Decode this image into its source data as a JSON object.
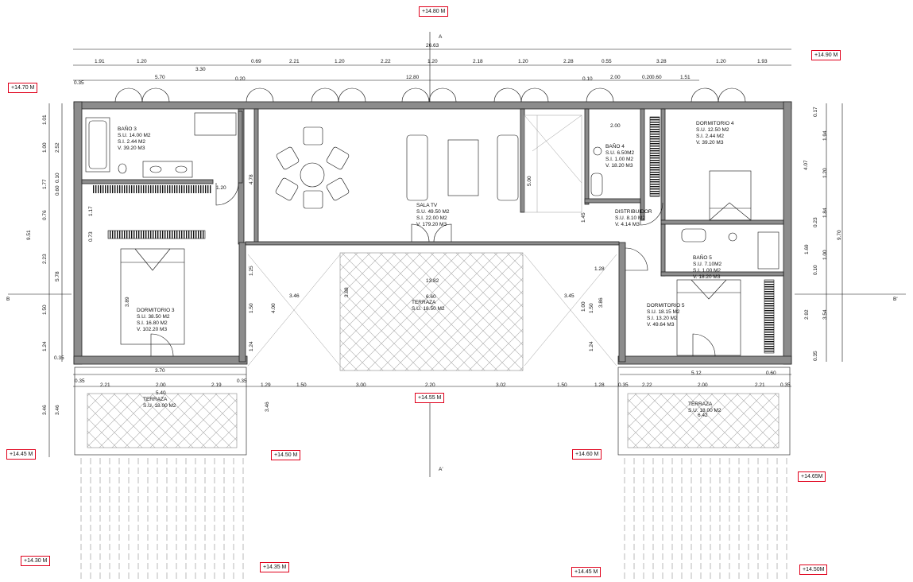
{
  "levels": [
    {
      "id": "top",
      "label": "+14.80 M"
    },
    {
      "id": "top-right",
      "label": "+14.90 M"
    },
    {
      "id": "top-left",
      "label": "+14.70 M"
    },
    {
      "id": "mid-left",
      "label": "+14.45 M"
    },
    {
      "id": "center-front",
      "label": "+14.55 M"
    },
    {
      "id": "center-left",
      "label": "+14.50 M"
    },
    {
      "id": "center-right",
      "label": "+14.60 M"
    },
    {
      "id": "right",
      "label": "+14.65M"
    },
    {
      "id": "bottom-left",
      "label": "+14.30 M"
    },
    {
      "id": "bottom-mid",
      "label": "+14.35 M"
    },
    {
      "id": "bottom-center",
      "label": "+14.45 M"
    },
    {
      "id": "bottom-right",
      "label": "+14.50M"
    }
  ],
  "rooms": {
    "bano3": {
      "name": "BAÑO 3",
      "su": "S.U. 14.00 M2",
      "si": "S.I. 2.44 M2",
      "v": "V. 39.20 M3"
    },
    "dormitorio3": {
      "name": "DORMITORIO 3",
      "su": "S.U. 38.50 M2",
      "si": "S.I. 16.80 M2",
      "v": "V. 102.20 M3"
    },
    "salatv": {
      "name": "SALA TV",
      "su": "S.U. 49.50 M2",
      "si": "S.I. 22.00 M2",
      "v": "V. 179.20 M3"
    },
    "bano4": {
      "name": "BAÑO 4",
      "su": "S.U. 6.50M2",
      "si": "S.I. 1.00 M2",
      "v": "V. 18.20 M3"
    },
    "dormitorio4": {
      "name": "DORMITORIO 4",
      "su": "S.U. 12.50 M2",
      "si": "S.I. 2.44 M2",
      "v": "V. 39.20 M3"
    },
    "distribuidor": {
      "name": "DISTRIBUIDOR",
      "su": "S.U. 8.10 M2",
      "v": "V. 4.14 M3"
    },
    "bano5": {
      "name": "BAÑO 5",
      "su": "S.U. 7.10M2",
      "si": "S.I. 1.00 M2",
      "v": "V. 18.20 M3"
    },
    "dormitorio5": {
      "name": "DORMITORIO 5",
      "su": "S.U. 18.15 M2",
      "si": "S.I. 13.20 M2",
      "v": "V. 49.64 M3"
    },
    "terraza_center": {
      "name": "TERRAZA",
      "su": "S.U. 18.50 M2"
    },
    "terraza_left": {
      "name": "TERRAZA",
      "su": "S.U. 18.00 M2"
    },
    "terraza_right": {
      "name": "TERRAZA",
      "su": "S.U. 18.00 M2"
    }
  },
  "sections": {
    "a_top": "A",
    "a_bottom": "A'",
    "b_left": "B",
    "b_right": "B'"
  },
  "dims": {
    "overall_top": "26.63",
    "top_row1": [
      "1.91",
      "1.20",
      "0.69",
      "2.21",
      "1.20",
      "2.22",
      "1.20",
      "2.18",
      "1.20",
      "2.28",
      "0.55",
      "3.28",
      "1.20",
      "1.93"
    ],
    "top_row1_extra": "3.30",
    "top_row2": [
      "0.35",
      "5.70",
      "0.20",
      "12.80",
      "0.10",
      "2.00",
      "0.20",
      "0.60",
      "1.51"
    ],
    "left_outer": "9.51",
    "left_col": [
      "1.01",
      "1.00",
      "1.77",
      "0.76",
      "2.23",
      "1.50",
      "1.24",
      "0.35"
    ],
    "left_col2": [
      "2.52",
      "0.10",
      "0.60",
      "5.78"
    ],
    "left_terrace": [
      "3.46",
      "3.46"
    ],
    "right_outer": "9.70",
    "right_col": [
      "0.17",
      "1.94",
      "1.20",
      "1.84",
      "0.23",
      "1.69",
      "1.00",
      "0.10",
      "2.92",
      "3.54",
      "0.35"
    ],
    "right_col2": "4.07",
    "bottom_row": [
      "0.35",
      "2.21",
      "2.00",
      "2.19",
      "0.35",
      "1.29",
      "1.50",
      "3.00",
      "2.20",
      "3.02",
      "1.50",
      "1.28",
      "0.35",
      "2.22",
      "2.00",
      "2.21",
      "0.35"
    ],
    "bottom_left_widths": [
      "3.70",
      "5.40"
    ],
    "bottom_right_widths": [
      "5.12",
      "0.60",
      "6.42"
    ],
    "inner": [
      "1.20",
      "4.78",
      "1.17",
      "0.73",
      "3.89",
      "3.46",
      "3.88",
      "6.60",
      "13.82",
      "3.45",
      "3.86",
      "1.25",
      "4.00",
      "1.50",
      "1.24",
      "1.00",
      "1.50",
      "1.24",
      "5.00",
      "1.45",
      "2.00",
      "1.28",
      "3.46"
    ]
  }
}
